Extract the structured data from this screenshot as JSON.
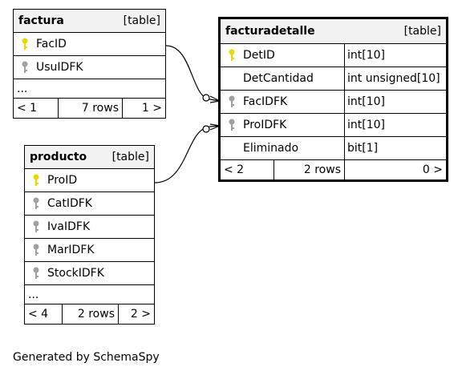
{
  "tables": {
    "factura": {
      "name": "factura",
      "kind": "[table]",
      "columns": [
        {
          "name": "FacID",
          "key": "primary-key"
        },
        {
          "name": "UsuIDFK",
          "key": "foreign-key"
        }
      ],
      "ellipsis": "...",
      "footer": {
        "parents": "< 1",
        "rows": "7 rows",
        "children": "1 >"
      }
    },
    "facturadetalle": {
      "name": "facturadetalle",
      "kind": "[table]",
      "columns": [
        {
          "name": "DetID",
          "type": "int[10]",
          "key": "primary-key"
        },
        {
          "name": "DetCantidad",
          "type": "int unsigned[10]",
          "key": "none"
        },
        {
          "name": "FacIDFK",
          "type": "int[10]",
          "key": "foreign-key"
        },
        {
          "name": "ProIDFK",
          "type": "int[10]",
          "key": "foreign-key"
        },
        {
          "name": "Eliminado",
          "type": "bit[1]",
          "key": "none"
        }
      ],
      "footer": {
        "parents": "< 2",
        "rows": "2 rows",
        "children": "0 >"
      }
    },
    "producto": {
      "name": "producto",
      "kind": "[table]",
      "columns": [
        {
          "name": "ProID",
          "key": "primary-key"
        },
        {
          "name": "CatIDFK",
          "key": "foreign-key"
        },
        {
          "name": "IvaIDFK",
          "key": "foreign-key"
        },
        {
          "name": "MarIDFK",
          "key": "foreign-key"
        },
        {
          "name": "StockIDFK",
          "key": "foreign-key"
        }
      ],
      "ellipsis": "...",
      "footer": {
        "parents": "< 4",
        "rows": "2 rows",
        "children": "2 >"
      }
    }
  },
  "colors": {
    "primary_key": "#e8d800",
    "foreign_key": "#a0a0a0",
    "header_bg": "#f2f2f2"
  },
  "generated_by": "Generated by SchemaSpy"
}
